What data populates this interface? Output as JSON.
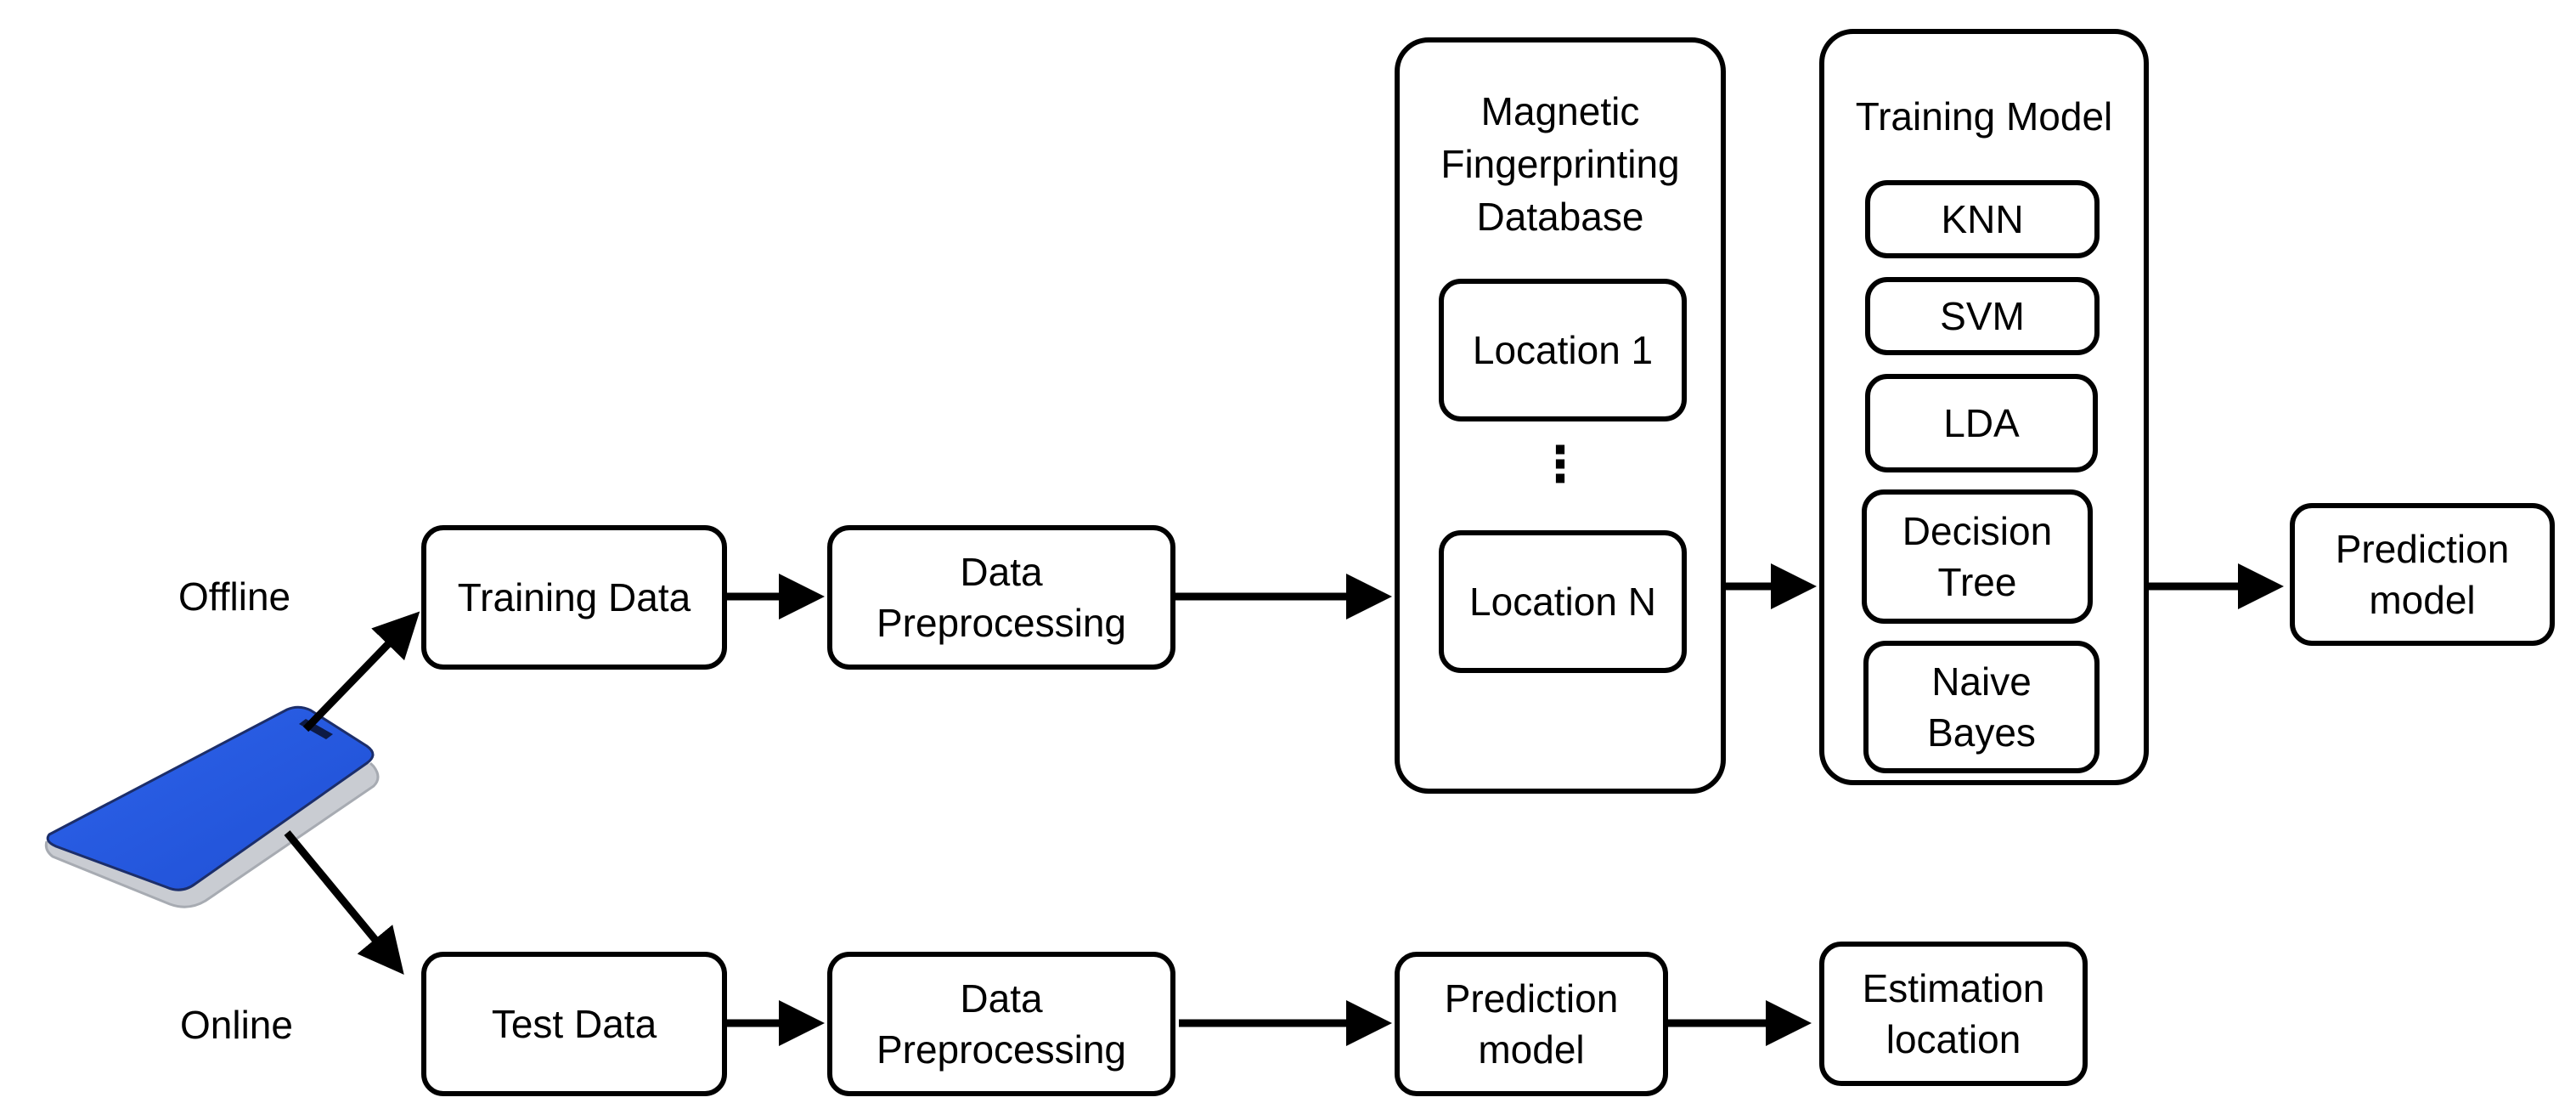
{
  "labels": {
    "offline": "Offline",
    "online": "Online"
  },
  "offline": {
    "training_data": "Training Data",
    "data_preprocessing": "Data\nPreprocessing",
    "database_title": "Magnetic\nFingerprinting\nDatabase",
    "location_1": "Location 1",
    "ellipsis": "⋮",
    "location_n": "Location N",
    "training_model_title": "Training Model",
    "models": [
      "KNN",
      "SVM",
      "LDA",
      "Decision\nTree",
      "Naive\nBayes"
    ],
    "prediction_model": "Prediction\nmodel"
  },
  "online": {
    "test_data": "Test Data",
    "data_preprocessing": "Data\nPreprocessing",
    "prediction_model": "Prediction\nmodel",
    "estimation_location": "Estimation\nlocation"
  },
  "colors": {
    "stroke": "#000000",
    "phone_blue": "#2a5fe6",
    "phone_frame": "#c9ccd2"
  }
}
